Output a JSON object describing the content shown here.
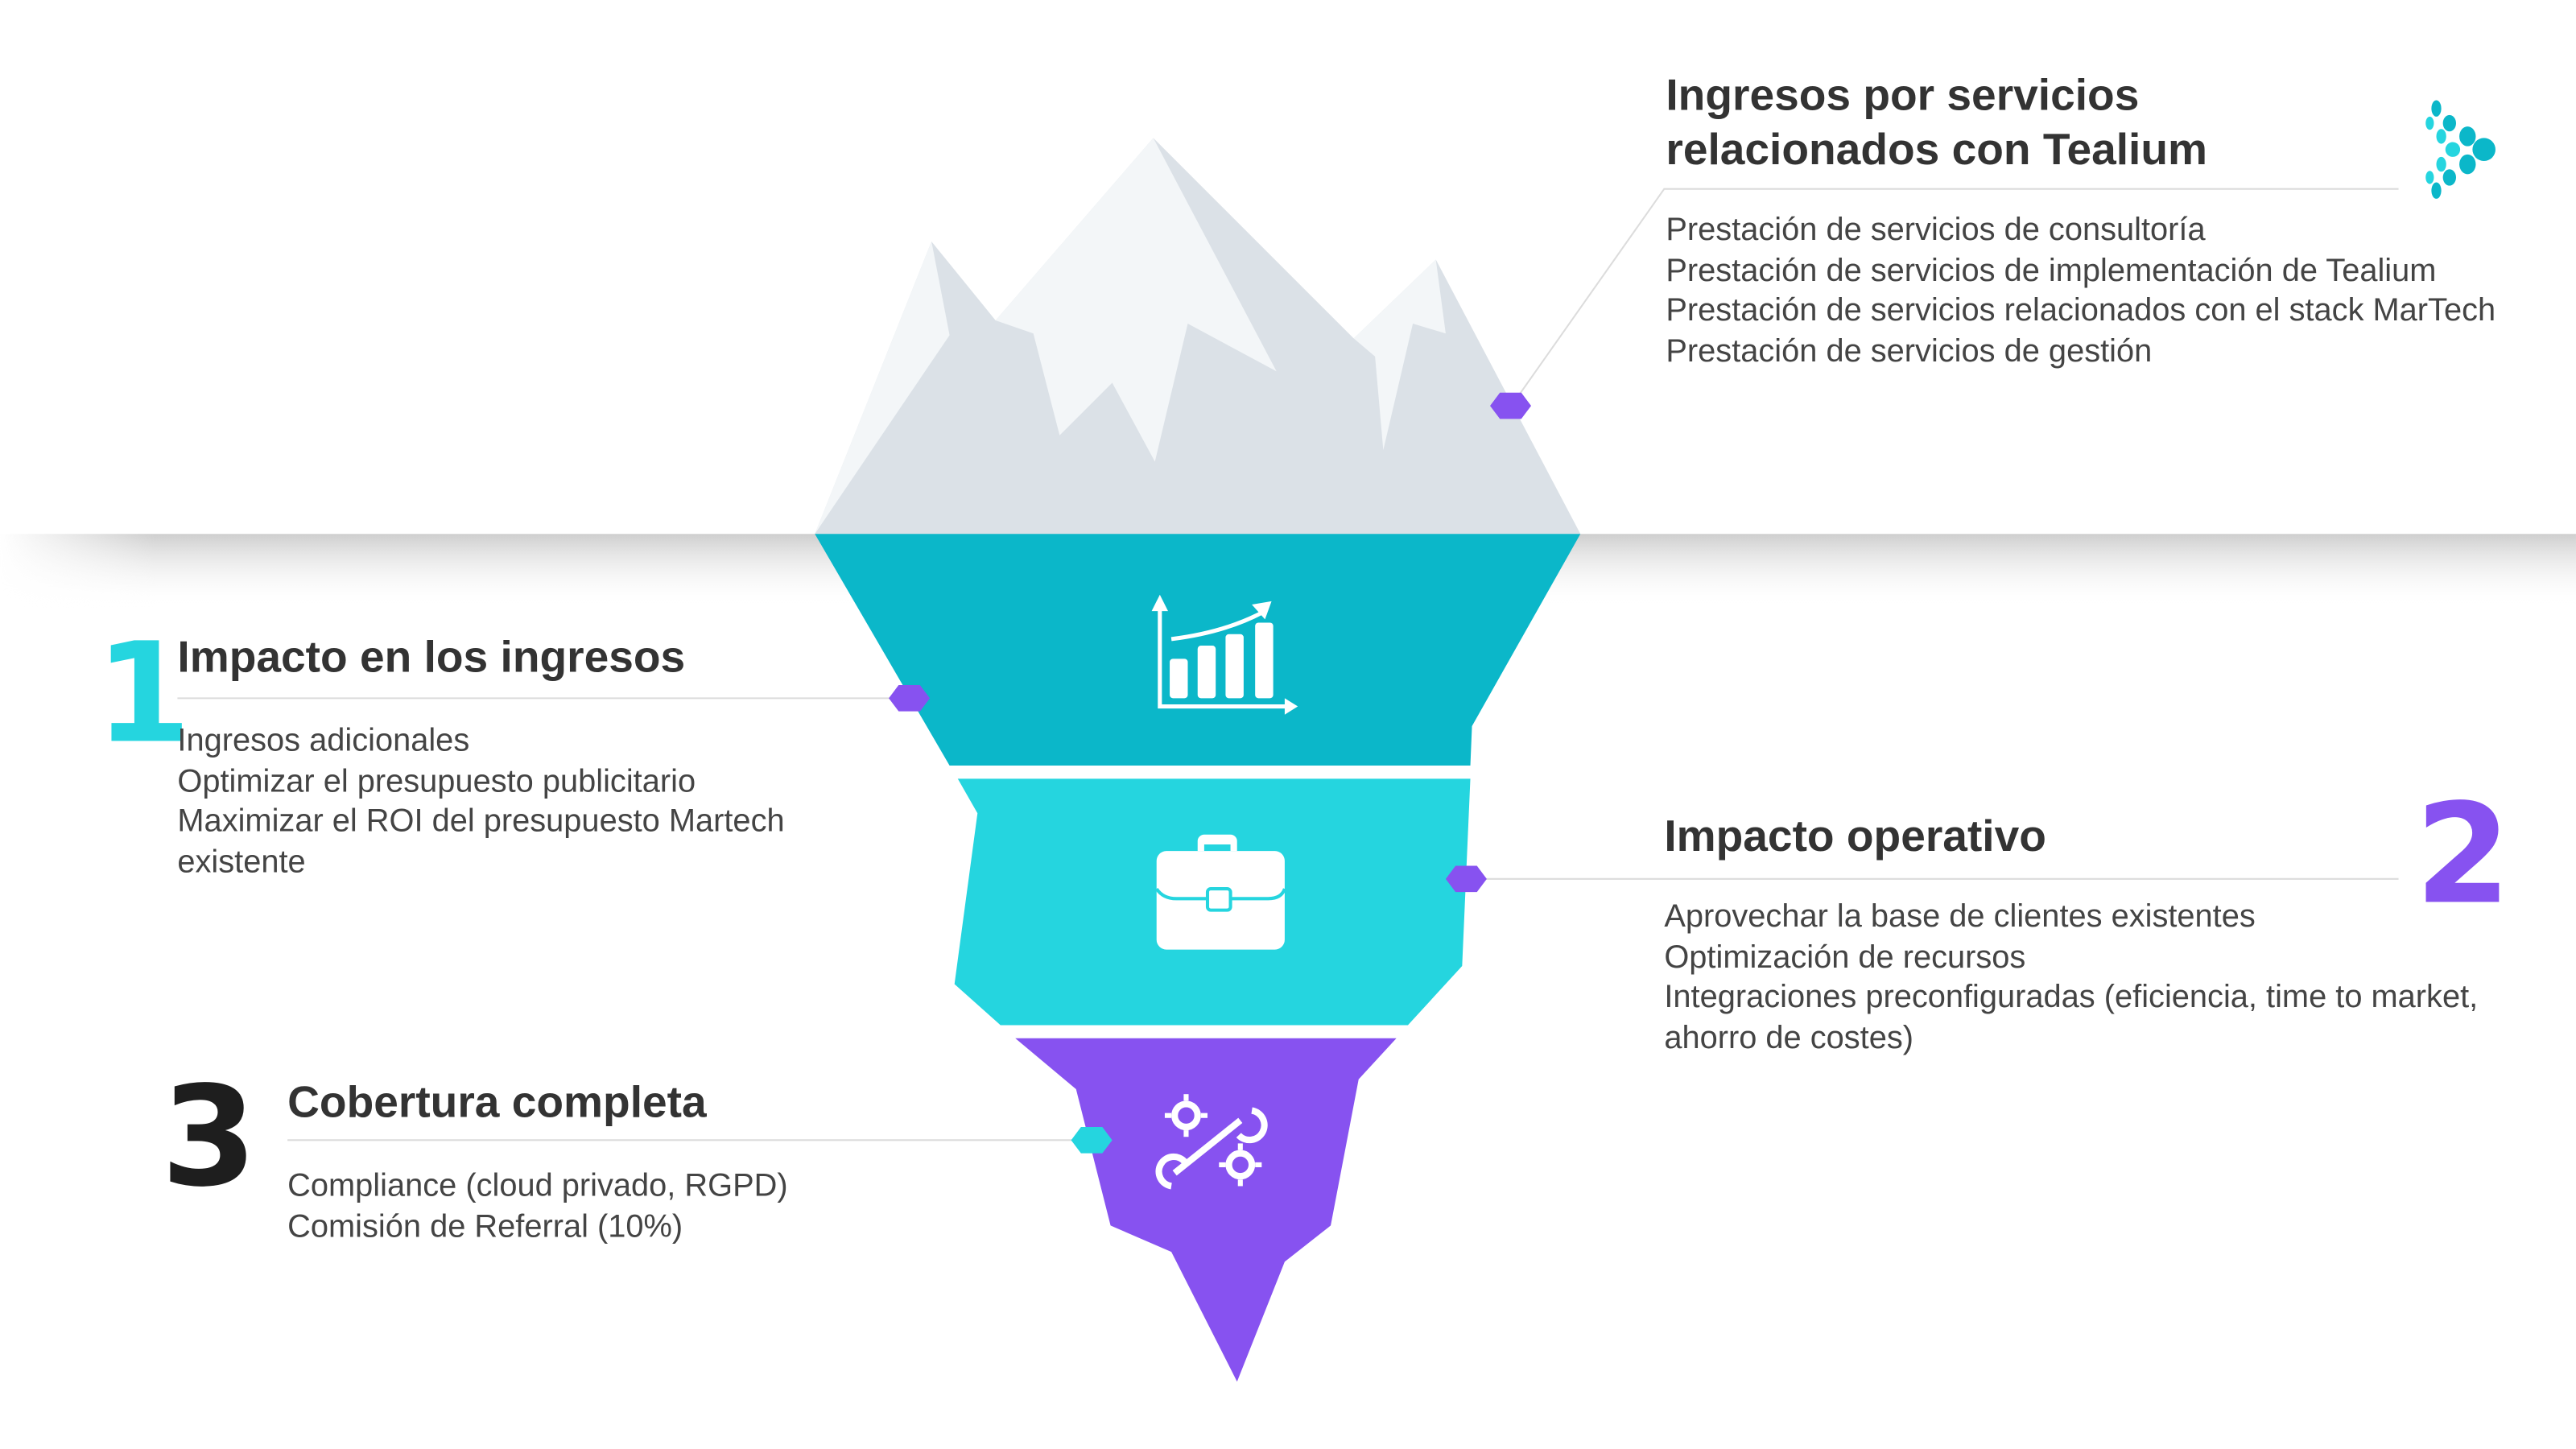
{
  "colors": {
    "teal_dark": "#0bb7c9",
    "teal_light": "#25d5df",
    "purple": "#8752f0",
    "mountain": "#dbe1e7",
    "mountain_light": "#f3f6f8",
    "text": "#333333"
  },
  "top": {
    "title_line1": "Ingresos por servicios",
    "title_line2": "relacionados con Tealium",
    "icon": "tealium-logo",
    "items": [
      "Prestación de servicios de consultoría",
      "Prestación de servicios de implementación de Tealium",
      "Prestación de servicios relacionados con el stack MarTech",
      "Prestación de servicios de gestión"
    ]
  },
  "sections": [
    {
      "number": "1",
      "title": "Impacto en los ingresos",
      "icon": "growth-chart-icon",
      "items": [
        "Ingresos adicionales",
        "Optimizar el presupuesto publicitario",
        "Maximizar el ROI del presupuesto Martech",
        "existente"
      ]
    },
    {
      "number": "2",
      "title": "Impacto operativo",
      "icon": "briefcase-icon",
      "items": [
        "Aprovechar la base de clientes existentes",
        "Optimización de recursos",
        "Integraciones preconfiguradas (eficiencia, time to market,",
        "ahorro de costes)"
      ]
    },
    {
      "number": "3",
      "title": "Cobertura completa",
      "icon": "wrench-gear-icon",
      "items": [
        "Compliance (cloud privado, RGPD)",
        "Comisión de Referral (10%)"
      ]
    }
  ]
}
